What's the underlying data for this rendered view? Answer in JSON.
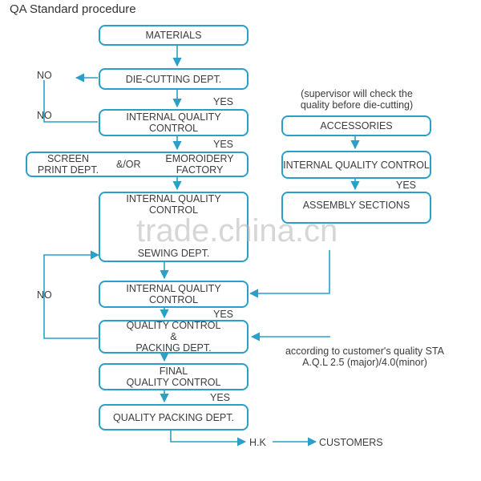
{
  "title": "QA Standard procedure",
  "boxes": {
    "materials": "MATERIALS",
    "die_cutting": "DIE-CUTTING DEPT.",
    "iqc1": "INTERNAL QUALITY\nCONTROL",
    "screen_print": "SCREEN\nPRINT DEPT.",
    "and_or": "&/OR",
    "embroidery": "EMOROIDERY\nFACTORY",
    "iqc2": "INTERNAL QUALITY\nCONTROL",
    "sewing": "SEWING DEPT.",
    "iqc3": "INTERNAL QUALITY\nCONTROL",
    "qc_packing": "QUALITY CONTROL\n&\nPACKING DEPT.",
    "final_qc": "FINAL\nQUALITY CONTROL",
    "quality_packing": "QUALITY PACKING DEPT.",
    "accessories": "ACCESSORIES",
    "iqc_acc": "INTERNAL QUALITY CONTROL",
    "assembly": "ASSEMBLY SECTIONS"
  },
  "labels": {
    "no1": "NO",
    "no2": "NO",
    "no3": "NO",
    "yes1": "YES",
    "yes2": "YES",
    "yes3": "YES",
    "yes4": "YES",
    "yes5": "YES",
    "supervisor_note": "(supervisor will check the\nquality before die-cutting)",
    "customer_note": "according to customer's quality STA\nA.Q.L 2.5 (major)/4.0(minor)",
    "hk": "H.K",
    "customers": "CUSTOMERS"
  },
  "watermark": "trade.china.cn",
  "colors": {
    "line": "#2a9fc9",
    "text": "#3c3c3c"
  }
}
